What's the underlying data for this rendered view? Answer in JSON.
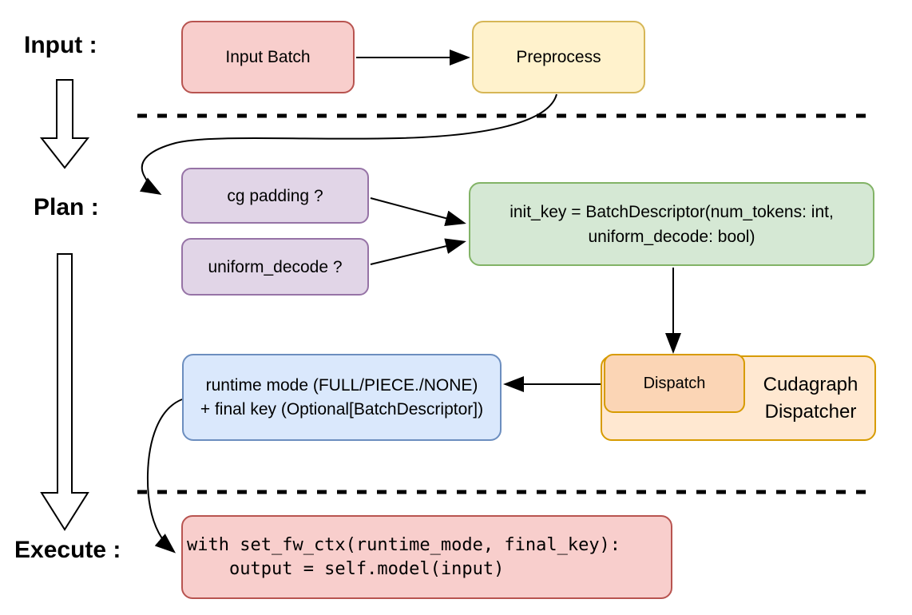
{
  "section_labels": {
    "input": "Input :",
    "plan": "Plan :",
    "execute": "Execute :"
  },
  "nodes": {
    "input_batch": {
      "label": "Input Batch"
    },
    "preprocess": {
      "label": "Preprocess"
    },
    "cg_padding": {
      "label": "cg padding ?"
    },
    "uniform_decode": {
      "label": "uniform_decode ?"
    },
    "init_key": {
      "line1": "init_key = BatchDescriptor(num_tokens: int,",
      "line2": "uniform_decode: bool)"
    },
    "dispatch": {
      "label": "Dispatch"
    },
    "cudagraph_dispatcher": {
      "line1": "Cudagraph",
      "line2": "Dispatcher"
    },
    "runtime_mode": {
      "line1": "runtime mode (FULL/PIECE./NONE)",
      "line2": "+ final key (Optional[BatchDescriptor])"
    },
    "execute_code": {
      "line1": "with set_fw_ctx(runtime_mode, final_key):",
      "line2": "    output = self.model(input)"
    }
  },
  "palette": {
    "pink_fill": "#f8cecc",
    "pink_stroke": "#b85450",
    "yellow_fill": "#fff2cc",
    "yellow_stroke": "#d6b656",
    "purple_fill": "#e1d5e7",
    "purple_stroke": "#9673a6",
    "green_fill": "#d5e8d4",
    "green_stroke": "#82b366",
    "orange_outer_fill": "#ffe8d1",
    "orange_inner_fill": "#fbd5b5",
    "orange_stroke": "#d79b00",
    "blue_fill": "#dae8fc",
    "blue_stroke": "#6c8ebf",
    "connector_color": "#000000",
    "background": "#ffffff"
  }
}
